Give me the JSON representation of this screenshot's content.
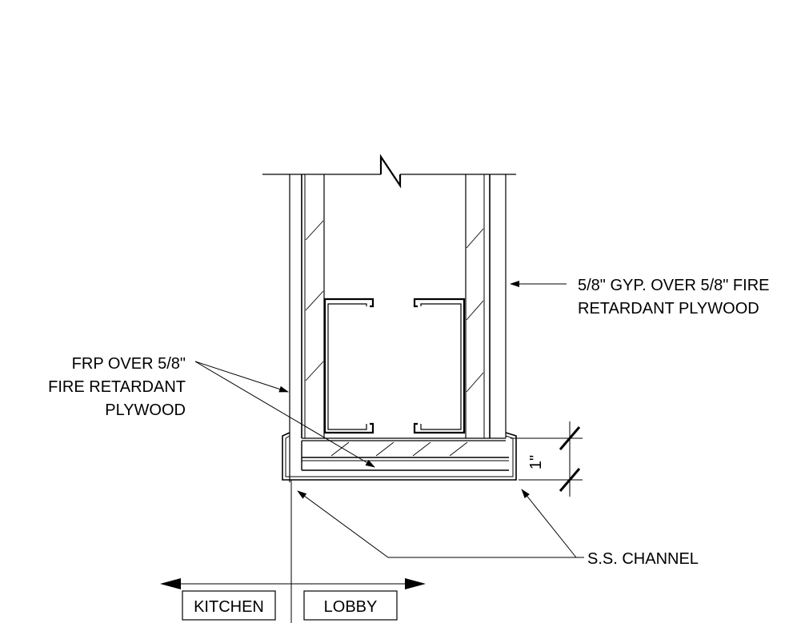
{
  "labels": {
    "right_note_line1": "5/8\" GYP. OVER 5/8\" FIRE",
    "right_note_line2": "RETARDANT PLYWOOD",
    "left_note_line1": "FRP OVER 5/8\"",
    "left_note_line2": "FIRE RETARDANT",
    "left_note_line3": "PLYWOOD",
    "channel_note": "S.S. CHANNEL",
    "dimension": "1\"",
    "room_left": "KITCHEN",
    "room_right": "LOBBY"
  },
  "colors": {
    "line": "#000000",
    "background": "#ffffff"
  }
}
